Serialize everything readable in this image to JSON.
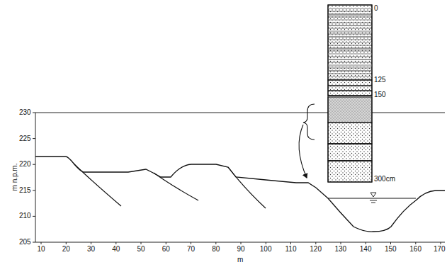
{
  "diagram": {
    "labels": [
      "230",
      "225",
      "220",
      "215",
      "210",
      "205",
      "m n.p.m.",
      "10",
      "20",
      "30",
      "40",
      "50",
      "60",
      "70",
      "80",
      "90",
      "100",
      "110",
      "120",
      "130",
      "140",
      "150",
      "160",
      "170",
      "m",
      "0",
      "125",
      "150",
      "300cm"
    ]
  }
}
